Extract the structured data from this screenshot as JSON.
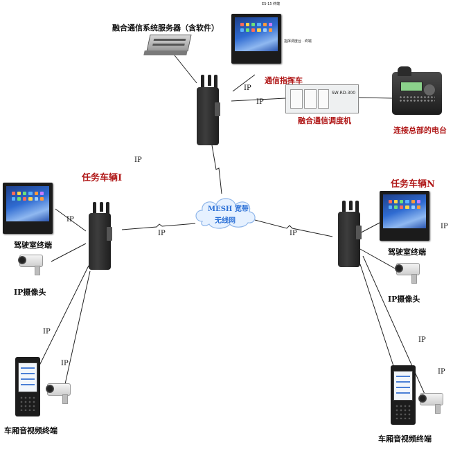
{
  "nodes": {
    "server_label": "融合通信系统服务器（含软件）",
    "top_monitor_caption": "ES-15 终端",
    "top_monitor_side": "指挥调度台 · 终端",
    "command_vehicle": "通信指挥车",
    "dispatcher": "融合通信调度机",
    "dispatcher_badge": "SW-RD-300",
    "hq_radio": "连接总部的电台",
    "vehicle_left": "任务车辆I",
    "vehicle_right": "任务车辆N",
    "mesh_line1": "MESH 宽带",
    "mesh_line2": "无线网",
    "cab_terminal_left": "驾驶室终端",
    "cab_terminal_right": "驾驶室终端",
    "ip_camera_left": "IP摄像头",
    "ip_camera_right": "IP摄像头",
    "av_terminal_left": "车厢音视频终端",
    "av_terminal_right": "车厢音视频终端"
  },
  "links": {
    "ip": "IP"
  },
  "colors": {
    "label_red": "#b01818",
    "mesh_blue": "#2a6fd6"
  },
  "icons": [
    "monitor-icon",
    "radio-icon",
    "server-icon",
    "dispatcher-icon",
    "console-radio-icon",
    "camera-icon",
    "handheld-terminal-icon",
    "cloud-icon"
  ]
}
